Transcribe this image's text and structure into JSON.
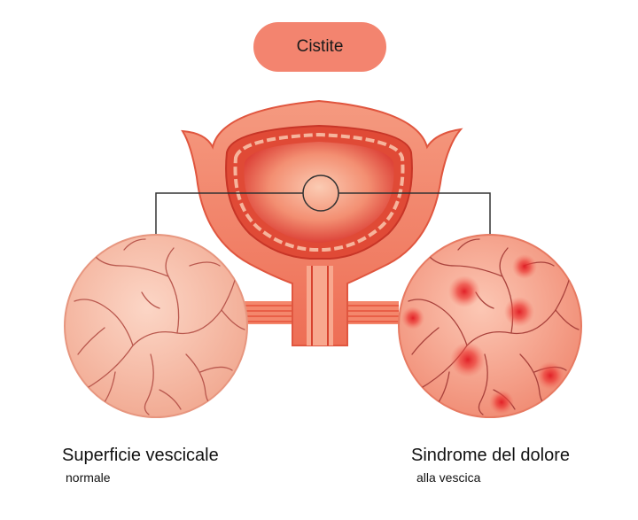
{
  "title": "Cistite",
  "captions": {
    "left": {
      "main": "Superficie vescicale",
      "sub": "normale"
    },
    "right": {
      "main": "Sindrome del dolore",
      "sub": "alla vescica"
    }
  },
  "colors": {
    "pill": "#f3846f",
    "bladder_wall": "#f07a5f",
    "bladder_inner": "#e8453a",
    "lumen": "#f9b49a",
    "tissue_normal": "#f6b9a3",
    "tissue_inflamed": "#f7a28c",
    "vessel": "#b84b44",
    "lesion": "#e8262a"
  }
}
